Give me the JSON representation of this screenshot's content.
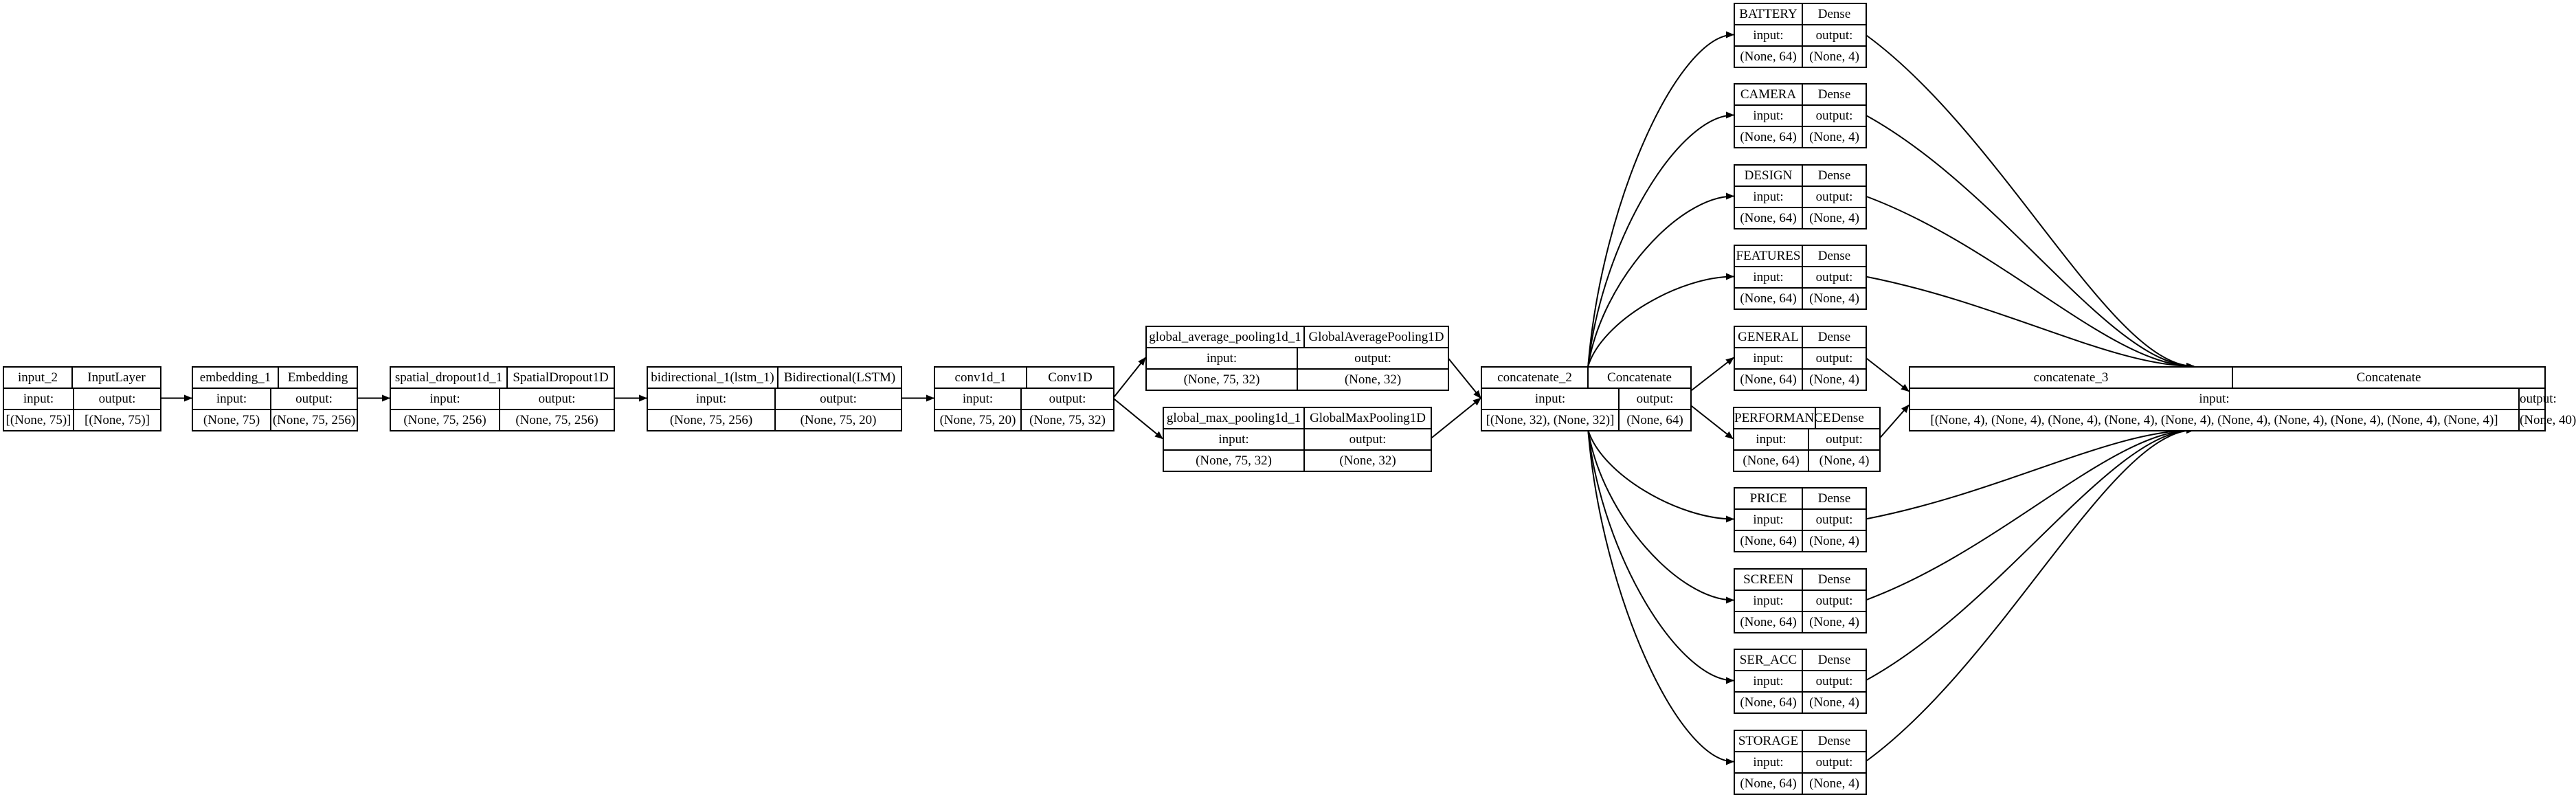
{
  "nodes": [
    {
      "id": "input_2",
      "name": "input_2",
      "type": "InputLayer",
      "input_label": "input:",
      "output_label": "output:",
      "input_shape": "[(None, 75)]",
      "output_shape": "[(None, 75)]"
    },
    {
      "id": "embedding_1",
      "name": "embedding_1",
      "type": "Embedding",
      "input_label": "input:",
      "output_label": "output:",
      "input_shape": "(None, 75)",
      "output_shape": "(None, 75, 256)"
    },
    {
      "id": "spatial_dropout1d_1",
      "name": "spatial_dropout1d_1",
      "type": "SpatialDropout1D",
      "input_label": "input:",
      "output_label": "output:",
      "input_shape": "(None, 75, 256)",
      "output_shape": "(None, 75, 256)"
    },
    {
      "id": "bidirectional_1",
      "name": "bidirectional_1(lstm_1)",
      "type": "Bidirectional(LSTM)",
      "input_label": "input:",
      "output_label": "output:",
      "input_shape": "(None, 75, 256)",
      "output_shape": "(None, 75, 20)"
    },
    {
      "id": "conv1d_1",
      "name": "conv1d_1",
      "type": "Conv1D",
      "input_label": "input:",
      "output_label": "output:",
      "input_shape": "(None, 75, 20)",
      "output_shape": "(None, 75, 32)"
    },
    {
      "id": "global_average_pooling1d_1",
      "name": "global_average_pooling1d_1",
      "type": "GlobalAveragePooling1D",
      "input_label": "input:",
      "output_label": "output:",
      "input_shape": "(None, 75, 32)",
      "output_shape": "(None, 32)"
    },
    {
      "id": "global_max_pooling1d_1",
      "name": "global_max_pooling1d_1",
      "type": "GlobalMaxPooling1D",
      "input_label": "input:",
      "output_label": "output:",
      "input_shape": "(None, 75, 32)",
      "output_shape": "(None, 32)"
    },
    {
      "id": "concatenate_2",
      "name": "concatenate_2",
      "type": "Concatenate",
      "input_label": "input:",
      "output_label": "output:",
      "input_shape": "[(None, 32), (None, 32)]",
      "output_shape": "(None, 64)"
    },
    {
      "id": "battery",
      "name": "BATTERY",
      "type": "Dense",
      "input_label": "input:",
      "output_label": "output:",
      "input_shape": "(None, 64)",
      "output_shape": "(None, 4)"
    },
    {
      "id": "camera",
      "name": "CAMERA",
      "type": "Dense",
      "input_label": "input:",
      "output_label": "output:",
      "input_shape": "(None, 64)",
      "output_shape": "(None, 4)"
    },
    {
      "id": "design",
      "name": "DESIGN",
      "type": "Dense",
      "input_label": "input:",
      "output_label": "output:",
      "input_shape": "(None, 64)",
      "output_shape": "(None, 4)"
    },
    {
      "id": "features",
      "name": "FEATURES",
      "type": "Dense",
      "input_label": "input:",
      "output_label": "output:",
      "input_shape": "(None, 64)",
      "output_shape": "(None, 4)"
    },
    {
      "id": "general",
      "name": "GENERAL",
      "type": "Dense",
      "input_label": "input:",
      "output_label": "output:",
      "input_shape": "(None, 64)",
      "output_shape": "(None, 4)"
    },
    {
      "id": "performance",
      "name": "PERFORMANCE",
      "type": "Dense",
      "input_label": "input:",
      "output_label": "output:",
      "input_shape": "(None, 64)",
      "output_shape": "(None, 4)"
    },
    {
      "id": "price",
      "name": "PRICE",
      "type": "Dense",
      "input_label": "input:",
      "output_label": "output:",
      "input_shape": "(None, 64)",
      "output_shape": "(None, 4)"
    },
    {
      "id": "screen",
      "name": "SCREEN",
      "type": "Dense",
      "input_label": "input:",
      "output_label": "output:",
      "input_shape": "(None, 64)",
      "output_shape": "(None, 4)"
    },
    {
      "id": "ser_acc",
      "name": "SER_ACC",
      "type": "Dense",
      "input_label": "input:",
      "output_label": "output:",
      "input_shape": "(None, 64)",
      "output_shape": "(None, 4)"
    },
    {
      "id": "storage",
      "name": "STORAGE",
      "type": "Dense",
      "input_label": "input:",
      "output_label": "output:",
      "input_shape": "(None, 64)",
      "output_shape": "(None, 4)"
    },
    {
      "id": "concatenate_3",
      "name": "concatenate_3",
      "type": "Concatenate",
      "input_label": "input:",
      "output_label": "output:",
      "input_shape": "[(None, 4), (None, 4), (None, 4), (None, 4), (None, 4), (None, 4), (None, 4), (None, 4), (None, 4), (None, 4)]",
      "output_shape": "(None, 40)"
    }
  ],
  "edges": [
    [
      "input_2",
      "embedding_1"
    ],
    [
      "embedding_1",
      "spatial_dropout1d_1"
    ],
    [
      "spatial_dropout1d_1",
      "bidirectional_1"
    ],
    [
      "bidirectional_1",
      "conv1d_1"
    ],
    [
      "conv1d_1",
      "global_average_pooling1d_1"
    ],
    [
      "conv1d_1",
      "global_max_pooling1d_1"
    ],
    [
      "global_average_pooling1d_1",
      "concatenate_2"
    ],
    [
      "global_max_pooling1d_1",
      "concatenate_2"
    ],
    [
      "concatenate_2",
      "battery"
    ],
    [
      "concatenate_2",
      "camera"
    ],
    [
      "concatenate_2",
      "design"
    ],
    [
      "concatenate_2",
      "features"
    ],
    [
      "concatenate_2",
      "general"
    ],
    [
      "concatenate_2",
      "performance"
    ],
    [
      "concatenate_2",
      "price"
    ],
    [
      "concatenate_2",
      "screen"
    ],
    [
      "concatenate_2",
      "ser_acc"
    ],
    [
      "concatenate_2",
      "storage"
    ],
    [
      "battery",
      "concatenate_3"
    ],
    [
      "camera",
      "concatenate_3"
    ],
    [
      "design",
      "concatenate_3"
    ],
    [
      "features",
      "concatenate_3"
    ],
    [
      "general",
      "concatenate_3"
    ],
    [
      "performance",
      "concatenate_3"
    ],
    [
      "price",
      "concatenate_3"
    ],
    [
      "screen",
      "concatenate_3"
    ],
    [
      "ser_acc",
      "concatenate_3"
    ],
    [
      "storage",
      "concatenate_3"
    ]
  ]
}
